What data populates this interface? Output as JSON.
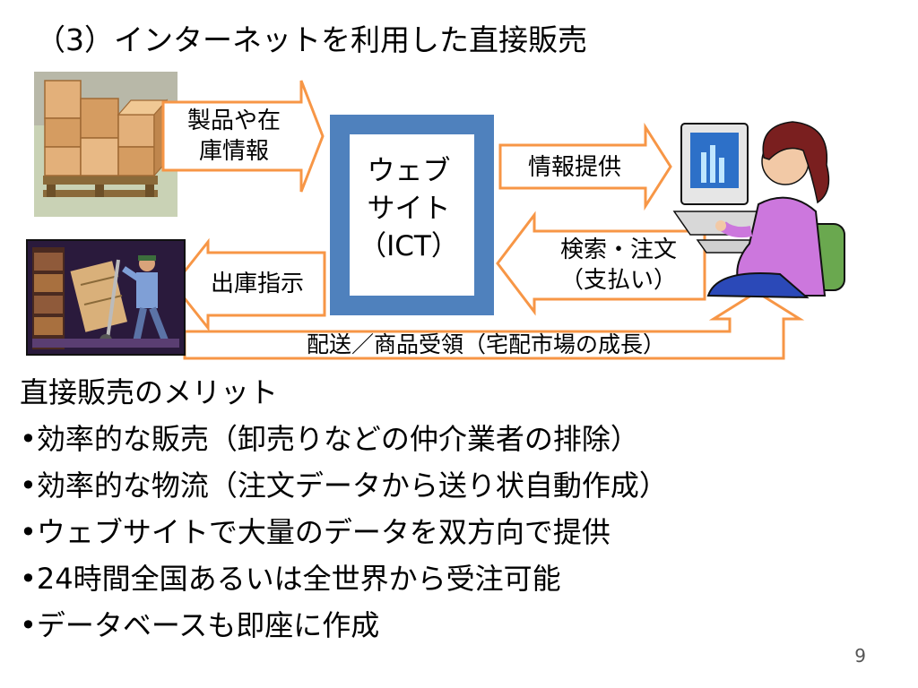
{
  "slide": {
    "title": "（3）インターネットを利用した直接販売",
    "page_number": "9"
  },
  "diagram": {
    "arrow_product_info": {
      "line1": "製品や在",
      "line2": "庫情報"
    },
    "website": {
      "line1": "ウェブ",
      "line2": "サイト",
      "line3": "（ICT）"
    },
    "arrow_info_provision": "情報提供",
    "arrow_search_order": {
      "line1": "検索・注文",
      "line2": "（支払い）"
    },
    "arrow_shipping_instruction": "出庫指示",
    "arrow_delivery": "配送／商品受領（宅配市場の成長）",
    "images": {
      "warehouse_boxes": "boxes-clipart",
      "worker_handtruck": "worker-clipart",
      "customer_computer": "customer-clipart"
    },
    "colors": {
      "arrow_stroke": "#F79646",
      "website_border": "#4F81BD"
    }
  },
  "benefits": {
    "heading": "直接販売のメリット",
    "items": [
      "•効率的な販売（卸売りなどの仲介業者の排除）",
      "•効率的な物流（注文データから送り状自動作成）",
      "•ウェブサイトで大量のデータを双方向で提供",
      "•24時間全国あるいは全世界から受注可能",
      "•データベースも即座に作成"
    ]
  }
}
